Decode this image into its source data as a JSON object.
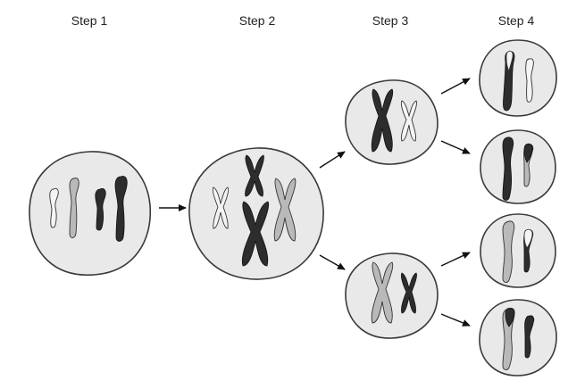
{
  "steps": {
    "step1": "Step 1",
    "step2": "Step 2",
    "step3": "Step 3",
    "step4": "Step 4"
  }
}
